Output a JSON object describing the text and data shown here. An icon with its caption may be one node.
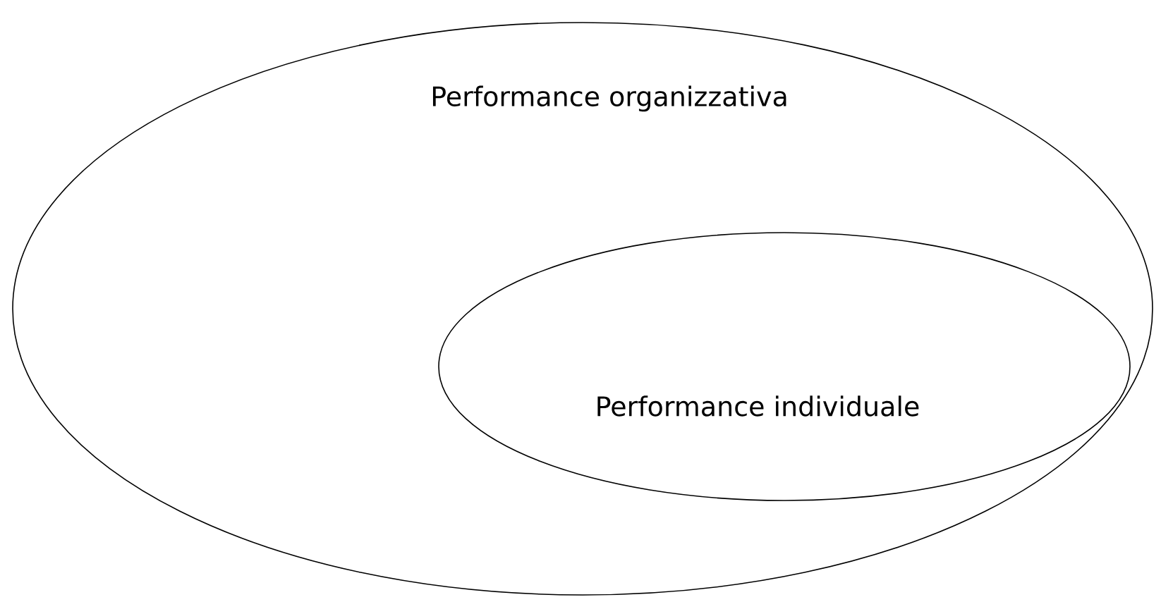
{
  "diagram": {
    "nodes": [
      {
        "text": [
          "Performance organizzativa"
        ]
      },
      {
        "text": [
          "Performance individuale"
        ],
        "in": 0
      }
    ]
  }
}
